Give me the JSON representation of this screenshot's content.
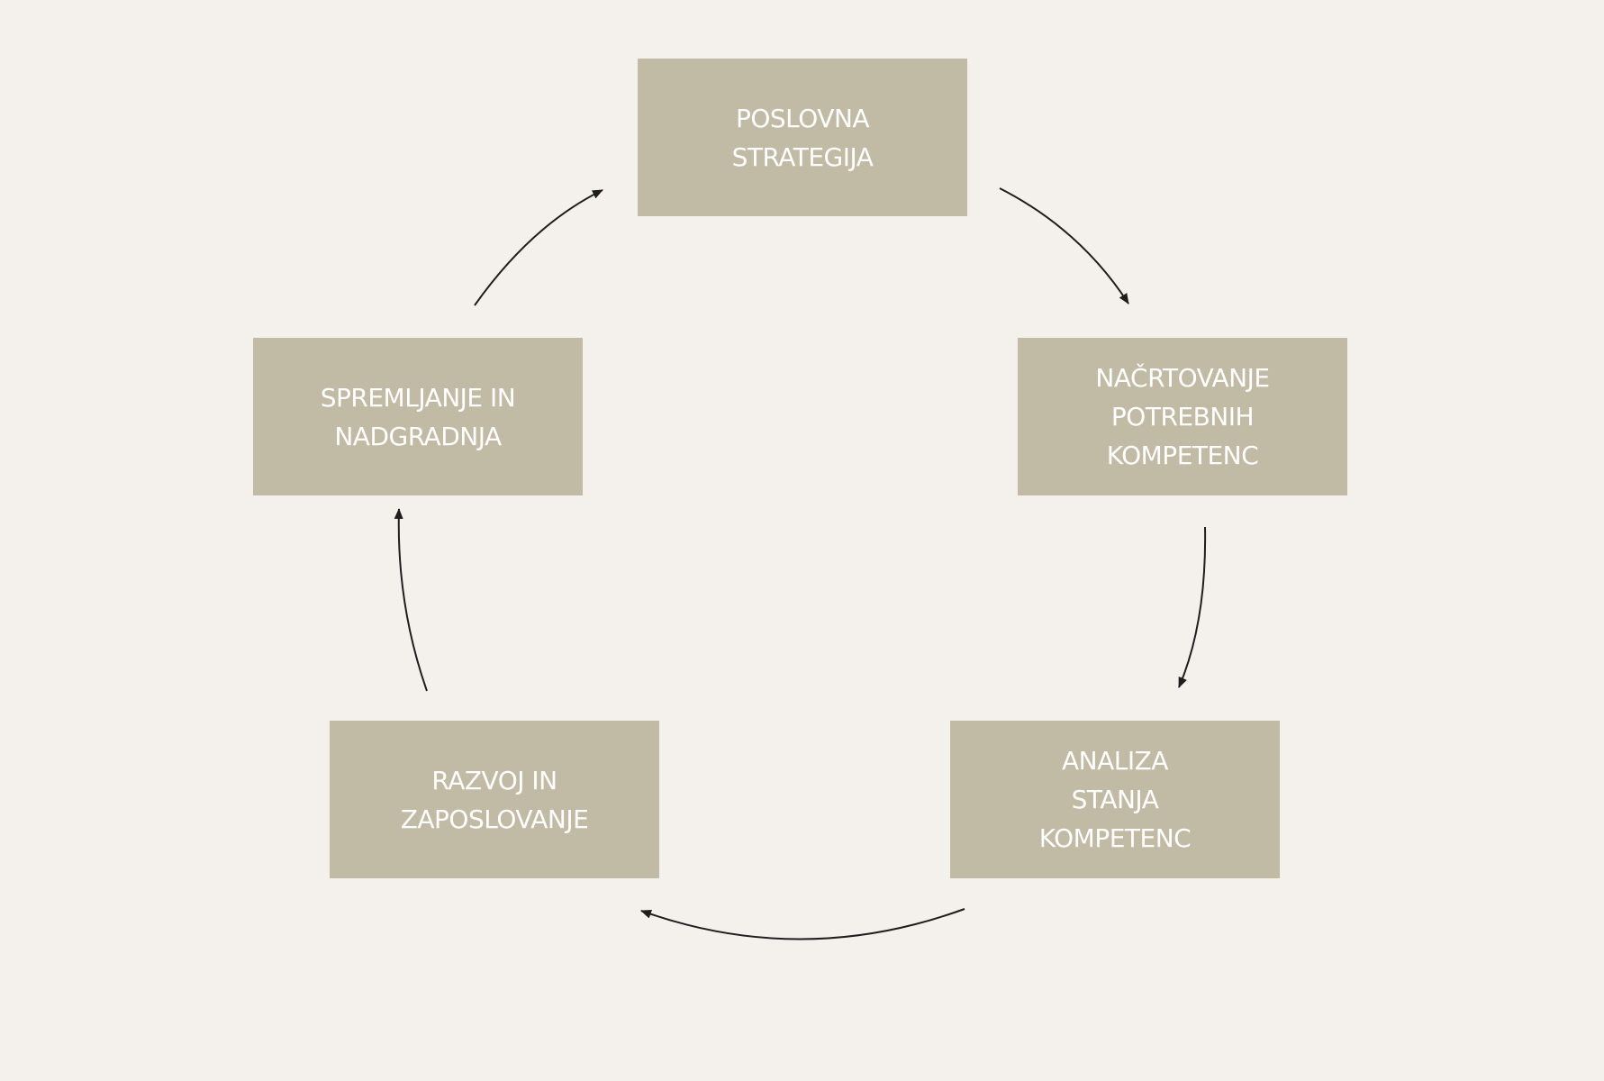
{
  "nodes": [
    {
      "label": "POSLOVNA\nSTRATEGIJA"
    },
    {
      "label": "NAČRTOVANJE\nPOTREBNIH\nKOMPETENC"
    },
    {
      "label": "ANALIZA\nSTANJA\nKOMPETENC"
    },
    {
      "label": "RAZVOJ IN\nZAPOSLOVANJE"
    },
    {
      "label": "SPREMLJANJE IN\nNADGRADNJA"
    }
  ],
  "colors": {
    "background": "#f4f1ed",
    "box": "#c1baa4",
    "text": "#ffffff",
    "arrow": "#1e1e1e"
  }
}
